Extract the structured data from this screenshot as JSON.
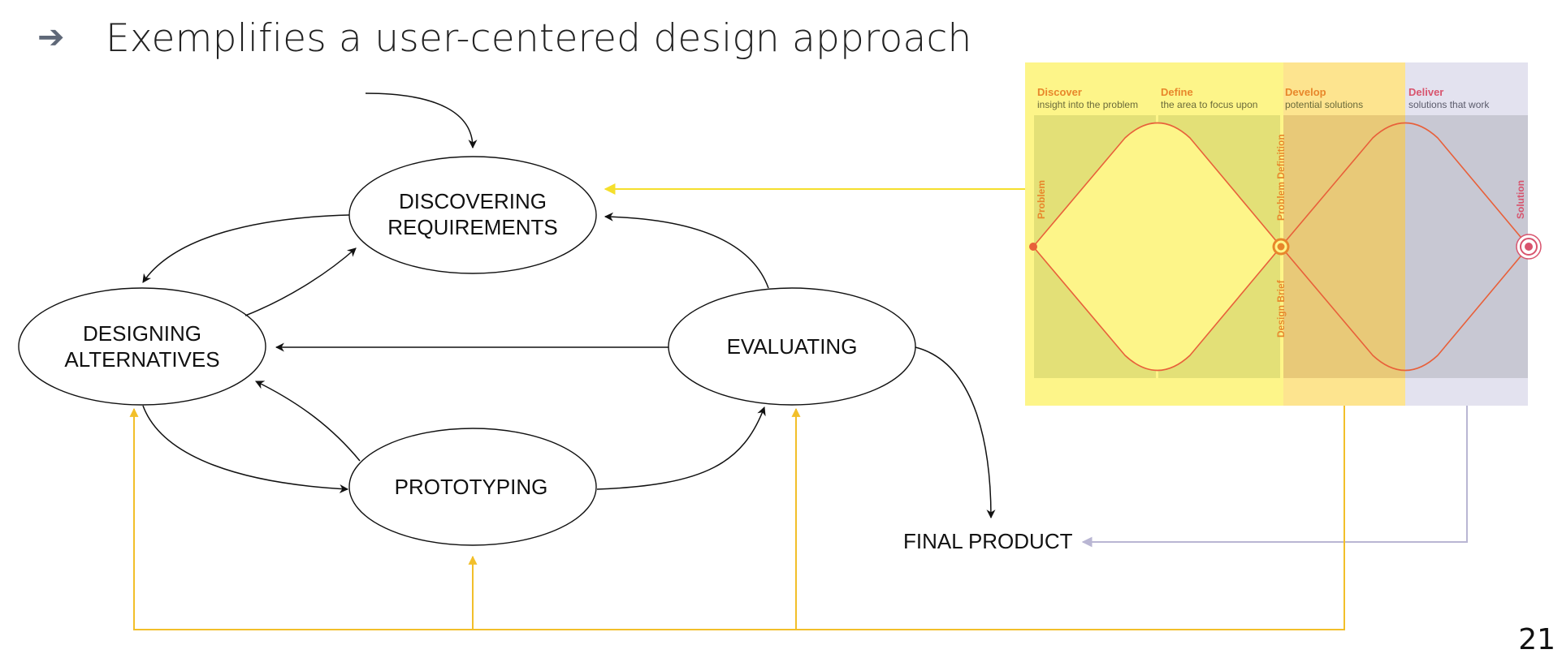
{
  "slide": {
    "bullet": "➔",
    "headline": "Exemplifies a user-centered design approach",
    "page_number": "21"
  },
  "lifecycle": {
    "nodes": {
      "discovering": [
        "DISCOVERING",
        "REQUIREMENTS"
      ],
      "designing": [
        "DESIGNING",
        "ALTERNATIVES"
      ],
      "evaluating": [
        "EVALUATING"
      ],
      "prototyping": [
        "PROTOTYPING"
      ]
    },
    "final_product": "FINAL PRODUCT"
  },
  "double_diamond": {
    "phases": [
      {
        "title": "Discover",
        "subtitle": "insight into the problem",
        "color": "#e8872b"
      },
      {
        "title": "Define",
        "subtitle": "the area to focus upon",
        "color": "#e8872b"
      },
      {
        "title": "Develop",
        "subtitle": "potential solutions",
        "color": "#e8872b"
      },
      {
        "title": "Deliver",
        "subtitle": "solutions that work",
        "color": "#d8546e"
      }
    ],
    "vertical_labels": {
      "problem": "Problem",
      "problem_definition": "Problem Definition",
      "design_brief": "Design Brief",
      "solution": "Solution"
    }
  },
  "colors": {
    "yellow_feedback": "#f2bf2a",
    "lavender_link": "#b9b6d3",
    "diamond_line": "#e8603a"
  }
}
